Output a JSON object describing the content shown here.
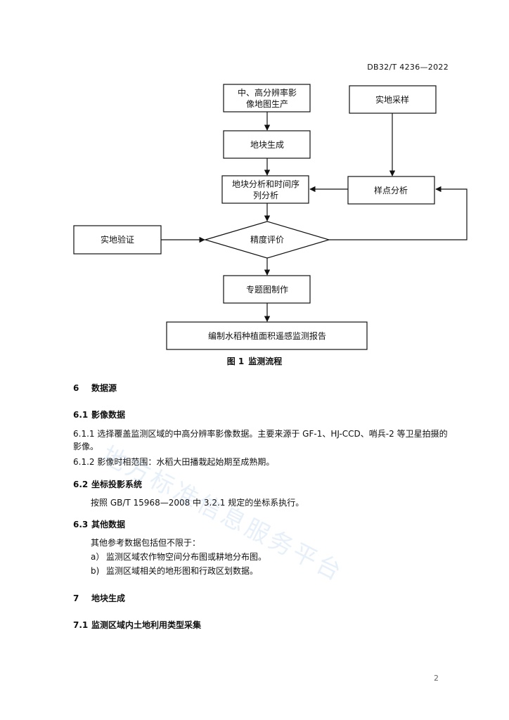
{
  "header": {
    "std_code": "DB32/T 4236—2022"
  },
  "flowchart": {
    "box_imaging": [
      "中、高分辨率影",
      "像地图生产"
    ],
    "box_field_sampling": "实地采样",
    "box_parcel": "地块生成",
    "box_analysis": [
      "地块分析和时间序",
      "列分析"
    ],
    "box_sample_analysis": "样点分析",
    "box_field_verify": "实地验证",
    "diamond_accuracy": "精度评价",
    "box_thematic": "专题图制作",
    "box_report": "编制水稻种植面积遥感监测报告"
  },
  "caption": {
    "label": "图 1",
    "title": "监测流程"
  },
  "sections": {
    "s6": {
      "num": "6",
      "title": "数据源"
    },
    "s6_1": {
      "num": "6.1",
      "title": "影像数据"
    },
    "p6_1_1": "6.1.1 选择覆盖监测区域的中高分辨率影像数据。主要来源于 GF-1、HJ-CCD、哨兵-2 等卫星拍摄的影像。",
    "p6_1_2": "6.1.2 影像时相范围：水稻大田播栽起始期至成熟期。",
    "s6_2": {
      "num": "6.2",
      "title": "坐标投影系统"
    },
    "p6_2": "按照 GB/T 15968—2008 中 3.2.1 规定的坐标系执行。",
    "s6_3": {
      "num": "6.3",
      "title": "其他数据"
    },
    "p6_3": "其他参考数据包括但不限于：",
    "items": [
      {
        "mark": "a）",
        "text": "监测区域农作物空间分布图或耕地分布图。"
      },
      {
        "mark": "b)",
        "text": "监测区域相关的地形图和行政区划数据。"
      }
    ],
    "s7": {
      "num": "7",
      "title": "地块生成"
    },
    "s7_1": {
      "num": "7.1",
      "title": "监测区域内土地利用类型采集"
    }
  },
  "watermark": "地方标准信息服务平台",
  "page_number": "2"
}
